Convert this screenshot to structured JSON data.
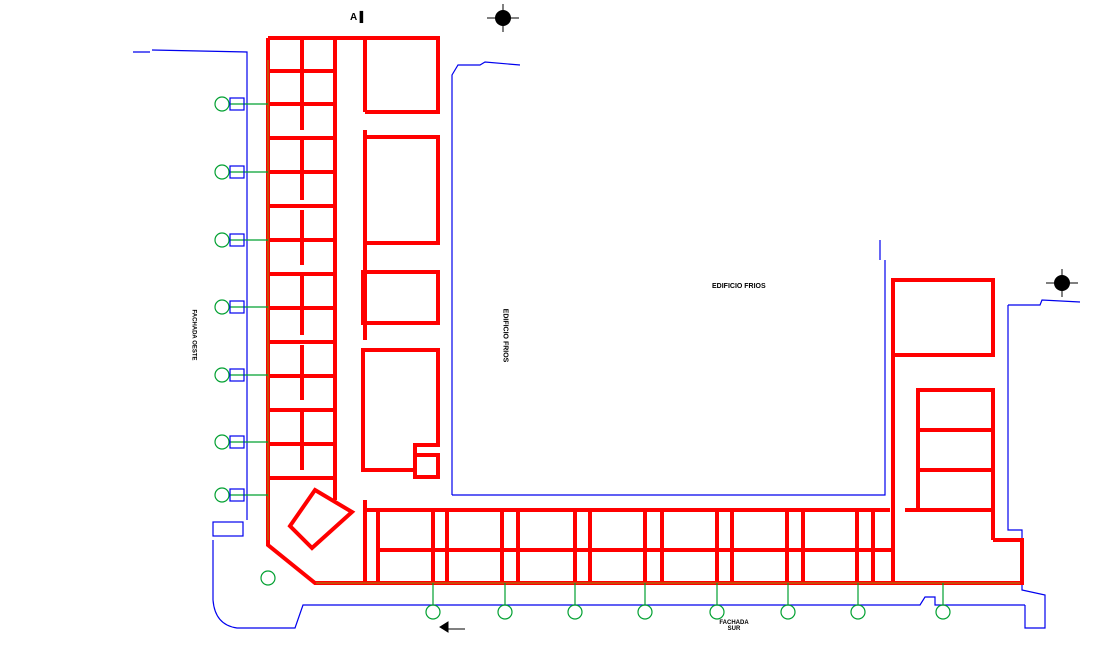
{
  "labels": {
    "section_mark": "A",
    "building_name_horizontal": "EDIFICIO FRIOS",
    "building_name_vertical": "EDIFICIO FRIOS",
    "facade_south": "FACHADA SUR",
    "facade_west": "FACHADA OESTE"
  },
  "colors": {
    "walls": "#ff0000",
    "boundary": "#0000ee",
    "drainage": "#00a030",
    "doors": "#b8620a"
  }
}
